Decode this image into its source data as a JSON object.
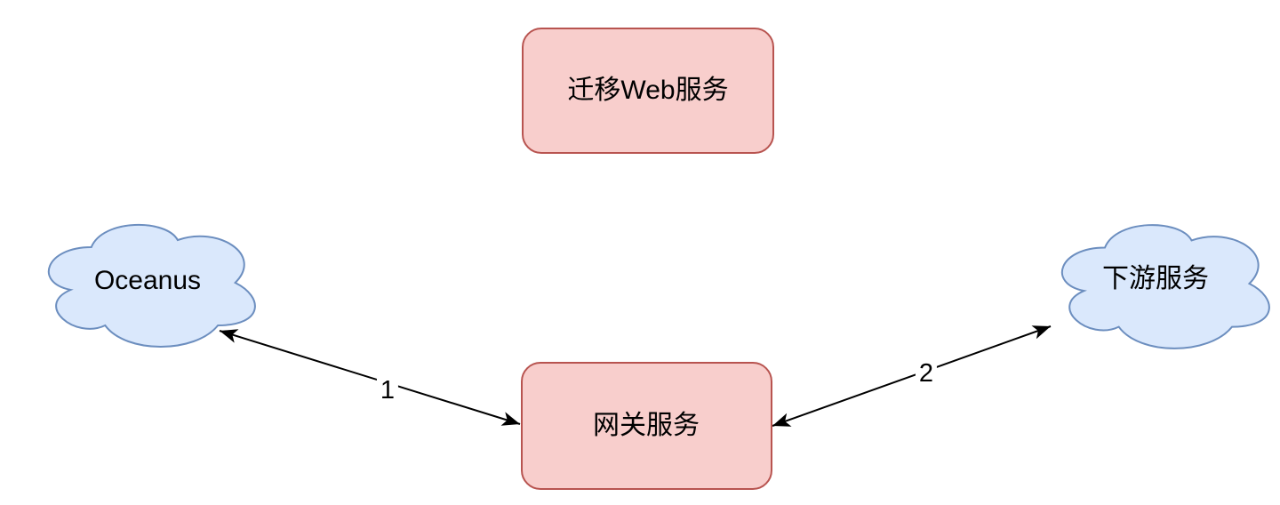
{
  "diagram": {
    "background_color": "#ffffff",
    "nodes": {
      "migrate_web": {
        "label": "迁移Web服务",
        "shape": "rounded-rectangle",
        "fill": "#f8cecc",
        "stroke": "#b85450"
      },
      "oceanus": {
        "label": "Oceanus",
        "shape": "cloud",
        "fill": "#dae8fc",
        "stroke": "#6c8ebf"
      },
      "downstream": {
        "label": "下游服务",
        "shape": "cloud",
        "fill": "#dae8fc",
        "stroke": "#6c8ebf"
      },
      "gateway": {
        "label": "网关服务",
        "shape": "rounded-rectangle",
        "fill": "#f8cecc",
        "stroke": "#b85450"
      }
    },
    "edges": {
      "e1": {
        "label": "1",
        "from": "网关服务",
        "to": "Oceanus",
        "style": "bidirectional-arrow",
        "color": "#000000"
      },
      "e2": {
        "label": "2",
        "from": "网关服务",
        "to": "下游服务",
        "style": "bidirectional-arrow",
        "color": "#000000"
      }
    }
  }
}
